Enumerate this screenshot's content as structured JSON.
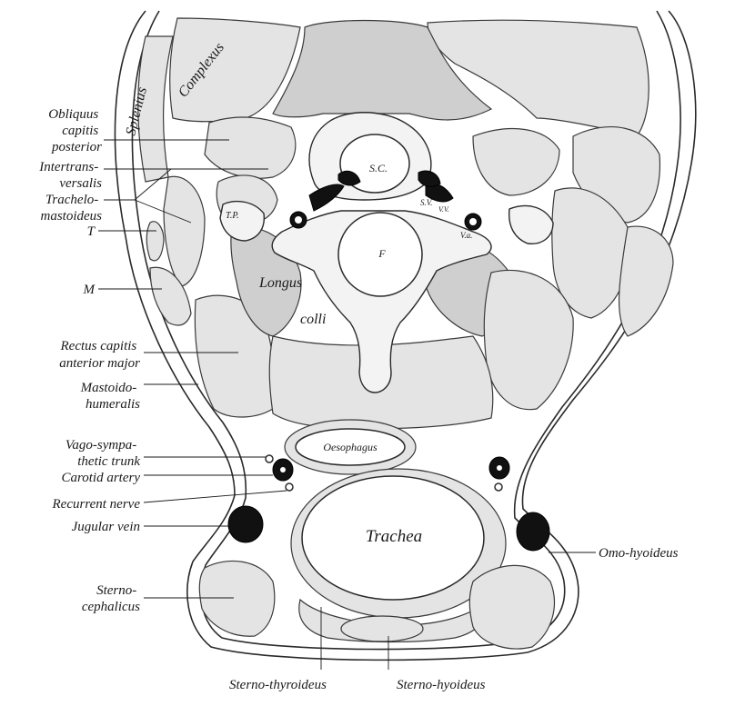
{
  "labels_left": [
    {
      "id": "obliquus",
      "lines": [
        "Obliquus",
        "capitis",
        "posterior"
      ]
    },
    {
      "id": "intertransversalis",
      "lines": [
        "Intertrans-",
        "versalis"
      ]
    },
    {
      "id": "trachelomastoideus",
      "lines": [
        "Trachelo-",
        "mastoideus"
      ]
    },
    {
      "id": "t",
      "lines": [
        "T"
      ]
    },
    {
      "id": "m",
      "lines": [
        "M"
      ]
    },
    {
      "id": "rectus",
      "lines": [
        "Rectus capitis",
        "anterior major"
      ]
    },
    {
      "id": "mastoidohumeralis",
      "lines": [
        "Mastoido-",
        "humeralis"
      ]
    },
    {
      "id": "vago",
      "lines": [
        "Vago-sympa-",
        "thetic trunk"
      ]
    },
    {
      "id": "carotid",
      "lines": [
        "Carotid artery"
      ]
    },
    {
      "id": "recurrent",
      "lines": [
        "Recurrent nerve"
      ]
    },
    {
      "id": "jugular",
      "lines": [
        "Jugular vein"
      ]
    },
    {
      "id": "sternocephalicus",
      "lines": [
        "Sterno-",
        "cephalicus"
      ]
    }
  ],
  "labels_right": [
    {
      "id": "omohyoideus",
      "lines": [
        "Omo-hyoideus"
      ]
    }
  ],
  "labels_bottom": [
    {
      "id": "sternothyroideus",
      "lines": [
        "Sterno-thyroideus"
      ]
    },
    {
      "id": "sternohyoideus",
      "lines": [
        "Sterno-hyoideus"
      ]
    }
  ],
  "labels_inside": {
    "splenius": "Splenius",
    "complexus": "Complexus",
    "sc": "S.C.",
    "tp": "T.P.",
    "f": "F",
    "sv": "S.V.",
    "vv": "V.V.",
    "va": "V.a.",
    "longus": "Longus",
    "colli": "colli",
    "oesophagus": "Oesophagus",
    "trachea": "Trachea"
  }
}
